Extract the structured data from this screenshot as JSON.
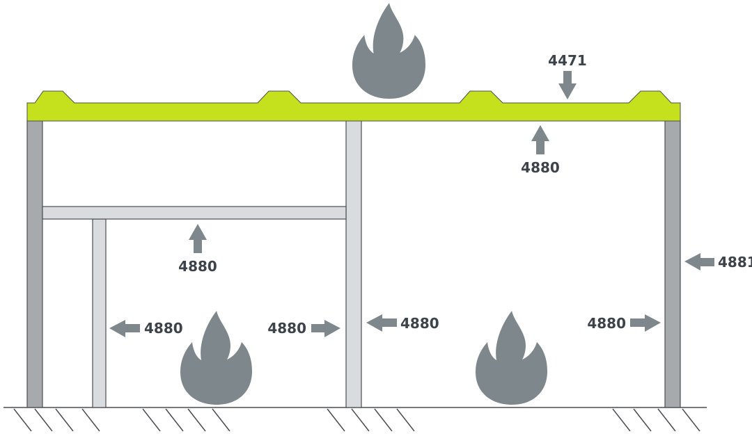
{
  "labels": {
    "roof_top": "4471",
    "roof_under": "4880",
    "beam_under": "4880",
    "right_outer": "4881",
    "inner_left_post": "4880",
    "center_post_left": "4880",
    "center_post_right": "4880",
    "right_post_inner": "4880"
  },
  "colors": {
    "roof": "#c5e01d",
    "wall_dark": "#a6aaad",
    "wall_light": "#d9dcdf",
    "outline": "#4a4e52",
    "flame": "#7e878b",
    "arrow": "#7e878b",
    "text": "#3d434a"
  },
  "icons": [
    "flame-icon",
    "arrow-icon"
  ]
}
